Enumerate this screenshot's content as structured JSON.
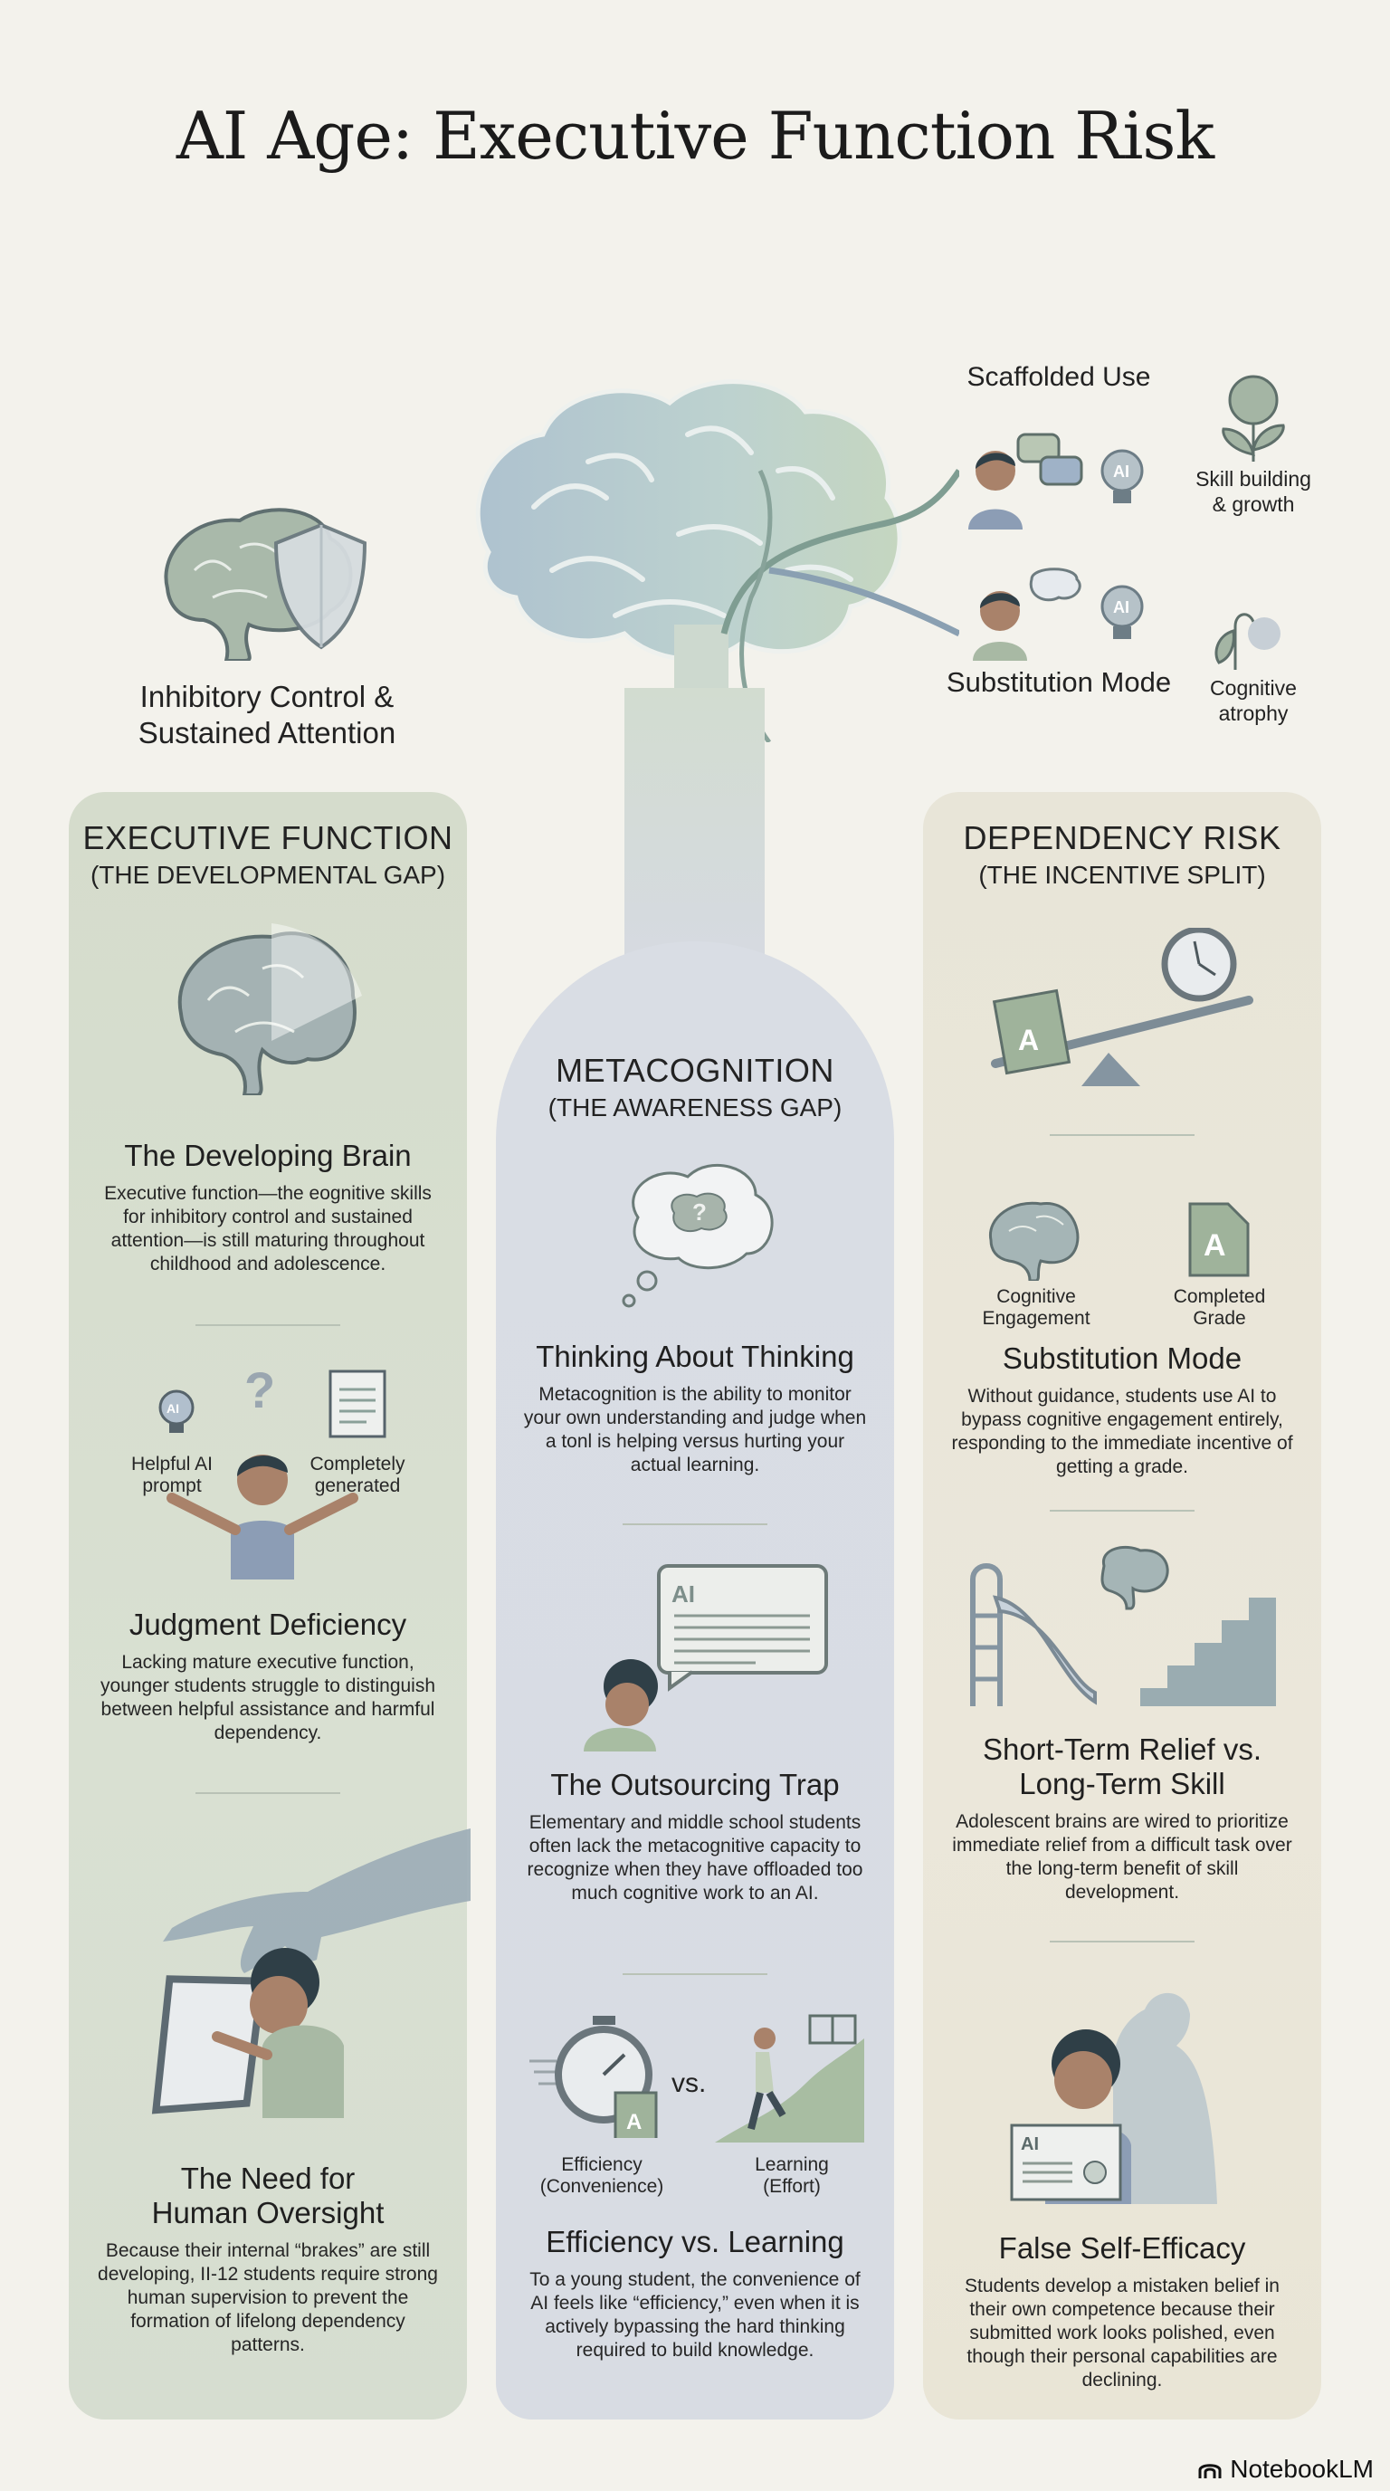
{
  "title": "AI Age: Executive Function Risk",
  "hero": {
    "inhibitory_label_line1": "Inhibitory Control &",
    "inhibitory_label_line2": "Sustained Attention",
    "scaffolded_use": "Scaffolded Use",
    "substitution_mode": "Substitution Mode",
    "skill_building_line1": "Skill building",
    "skill_building_line2": "& growth",
    "cognitive_atrophy_line1": "Cognitive",
    "cognitive_atrophy_line2": "atrophy",
    "bulb_text": "AI"
  },
  "columns": {
    "executive": {
      "heading": "EXECUTIVE FUNCTION",
      "subheading": "(THE DEVELOPMENTAL GAP)",
      "sections": [
        {
          "title": "The Developing Brain",
          "body": "Executive function—the eognitive skills for inhibitory control and sustained attention—is still maturing throughout childhood and adolescence."
        },
        {
          "title": "Judgment Deficiency",
          "body": "Lacking mature executive function, younger students struggle to distinguish between helpful assistance and harmful dependency.",
          "icon_labels": {
            "left_line1": "Helpful AI",
            "left_line2": "prompt",
            "right_line1": "Completely",
            "right_line2": "generated",
            "bulb": "AI",
            "question": "?"
          }
        },
        {
          "title_line1": "The Need for",
          "title_line2": "Human Oversight",
          "body": "Because their internal “brakes” are still developing, II-12 students require strong human supervision to prevent the formation of lifelong dependency patterns."
        }
      ]
    },
    "metacognition": {
      "heading": "METACOGNITION",
      "subheading": "(THE AWARENESS GAP)",
      "sections": [
        {
          "title": "Thinking About Thinking",
          "body": "Metacognition is the ability to monitor your own understanding and judge when a tonl is helping versus hurting your actual learning.",
          "icon_text": "?"
        },
        {
          "title": "The Outsourcing Trap",
          "body": "Elementary and middle school students often lack the metacognitive capacity to recognize when they have offloaded too much cognitive work to an AI.",
          "bubble_label": "AI"
        },
        {
          "title": "Efficiency vs. Learning",
          "body": "To a young student, the convenience of AI feels like “efficiency,” even when it is actively bypassing the hard thinking required to build knowledge.",
          "icon_labels": {
            "left_line1": "Efficiency",
            "left_line2": "(Convenience)",
            "vs": "vs.",
            "right_line1": "Learning",
            "right_line2": "(Effort)",
            "grade": "A"
          }
        }
      ]
    },
    "dependency": {
      "heading": "DEPENDENCY RISK",
      "subheading": "(THE INCENTIVE SPLIT)",
      "seesaw_grade": "A",
      "sections": [
        {
          "title": "Substitution Mode",
          "body": "Without guidance, students use AI to bypass cognitive engagement entirely, responding to the immediate incentive of getting a grade.",
          "icon_labels": {
            "left_line1": "Cognitive",
            "left_line2": "Engagement",
            "right_line1": "Completed",
            "right_line2": "Grade",
            "grade": "A"
          }
        },
        {
          "title_line1": "Short-Term Relief vs.",
          "title_line2": "Long-Term Skill",
          "body": "Adolescent brains are wired to prioritize immediate relief from a difficult task over the long-term benefit of skill development."
        },
        {
          "title": "False Self-Efficacy",
          "body": "Students develop a mistaken belief in their own competence because their submitted work looks polished, even though their personal capabilities are declining.",
          "certificate_label": "AI"
        }
      ]
    }
  },
  "brand": "NotebookLM",
  "colors": {
    "background": "#f3f2ec",
    "panel_green": "#d7decf",
    "panel_blue": "#d8dce3",
    "panel_beige": "#e9e6d8",
    "icon_slate": "#8a9aa6",
    "icon_sage": "#8fa68c",
    "skin": "#a9826a",
    "hair": "#2f3f47"
  }
}
